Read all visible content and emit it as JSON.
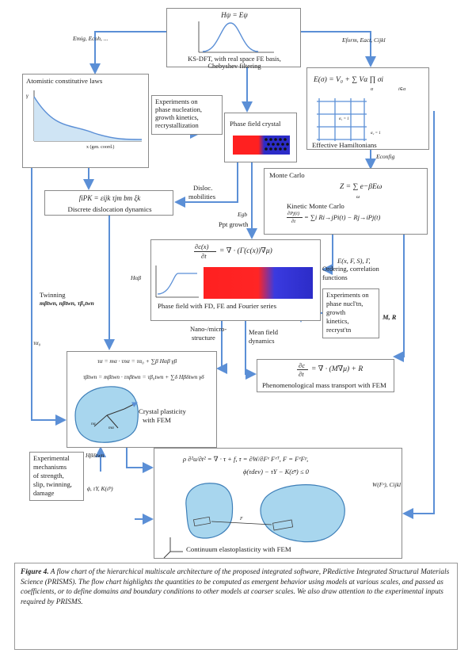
{
  "figure": {
    "dft_box": {
      "equation": "Hψ = Eψ",
      "caption_line1": "KS-DFT, with real space FE basis,",
      "caption_line2": "Chebyshev filtering"
    },
    "atomistic_box": {
      "title": "Atomistic constitutive laws",
      "x_axis": "x (gen. coord.)",
      "y_axis": "γ"
    },
    "hamiltonian_box": {
      "equation": "E(σ) = V₀ + ∑ Vα ∏ σi",
      "sum_index": "α",
      "prod_index": "i∈α",
      "caption": "Effective Hamiltonians",
      "cluster_label_a": "α₁ = 1",
      "cluster_label_b": "α₂ = 1"
    },
    "experiments_phase_box": {
      "lines": [
        "Experiments on",
        "phase nucleation,",
        "growth kinetics,",
        "recrystallization"
      ]
    },
    "phase_crystal_box": {
      "title": "Phase field crystal"
    },
    "monte_carlo_box": {
      "title": "Monte Carlo",
      "equation": "Z = ∑ e−βEω",
      "sum_index": "ω",
      "kmc_title": "Kinetic Monte Carlo",
      "kmc_equation": "= ∑i Ri→jPi(t) − Rj→iPj(t)",
      "kmc_lhs_top": "∂Pj(t)",
      "kmc_lhs_bottom": "∂t"
    },
    "dislocation_box": {
      "equation": "fiPK = εijk τjm bm ξk",
      "caption": "Discrete dislocation dynamics"
    },
    "phase_field_box": {
      "equation": "= ∇ · (Γ(c(x))∇μ)",
      "lhs_top": "∂c(x)",
      "lhs_bottom": "∂t",
      "caption": "Phase field with FD, FE and Fourier series"
    },
    "experiments_nucl_box": {
      "lines": [
        "Experiments on",
        "phase nucl'tn,",
        "growth",
        "kinetics,",
        "recryst'tn"
      ]
    },
    "mass_transport_box": {
      "equation": "= ∇ · (M∇μ) + R",
      "lhs_top": "∂c",
      "lhs_bottom": "∂t",
      "caption": "Phenomenological mass transport with FEM"
    },
    "crystal_plasticity_box": {
      "eq_line1": "τα = mα · τnα = τα₀ + ∑β Hαβ γβ",
      "eq_line2": "τβtwn = mβtwn · τnβtwn = τβ₀twn + ∑δ Hβδtwn γδ",
      "caption_line1": "Crystal plasticity",
      "caption_line2": "with FEM",
      "vec_m": "mα",
      "vec_n": "nα"
    },
    "experimental_mech_box": {
      "lines": [
        "Experimental",
        "mechanisms",
        "of strength,",
        "slip, twinning,",
        "damage"
      ]
    },
    "continuum_box": {
      "eq_line1": "ρ ∂²u/∂t² = ∇ · τ + f,  τ = ∂W/∂Fᵉ Fᵉᵀ,    F = FᵉFᵖ,",
      "eq_line2": "ϕ(τdev) − τY − K(ε̄ᵖ) ≤ 0",
      "caption": "Continuum elastoplasticity with FEM",
      "vec_label": "F"
    },
    "edge_labels": {
      "e_mig": "Emig, Ecoh, ...",
      "e_form": "Eform, Eact, Cijkl",
      "e_config": "Econfig",
      "disloc_mob_1": "Disloc.",
      "disloc_mob_2": "mobilities",
      "e_gb": "Egb",
      "ppt_growth": "Ppt growth",
      "h_ab": "Hαβ",
      "ordering_1": "E(x, F, S), Γ,",
      "ordering_2": "Ordering, correlation",
      "ordering_3": "functions",
      "m_r": "M, R",
      "twinning": "Twinning",
      "twin_vec": "mβtwn, nβtwn, τβ₀twn",
      "tau_a0": "τα₀",
      "nano_1": "Nano-/micro-",
      "nano_2": "structure",
      "mean_1": "Mean field",
      "mean_2": "dynamics",
      "h_bd": "Hβδtwn",
      "phi_tau": "ϕ, τY, K(ε̄ᵖ)",
      "w_fe": "W(Fᵉ), Cijkl"
    }
  },
  "caption": {
    "label": "Figure 4.",
    "text": " A flow chart of the hierarchical multiscale architecture of the proposed integrated software, PRedictive Integrated Structural Materials Science (PRISMS).  The flow chart highlights the quantities to be computed as emergent behavior using models at various scales, and passed as coefficients, or to define domains and boundary conditions to other models at coarser scales. We also draw attention to the experimental inputs required by PRISMS."
  },
  "colors": {
    "arrow": "#5b8fd6",
    "red": "#ff2020",
    "blue": "#2c2cc8",
    "grain": "#a8d6ee"
  }
}
